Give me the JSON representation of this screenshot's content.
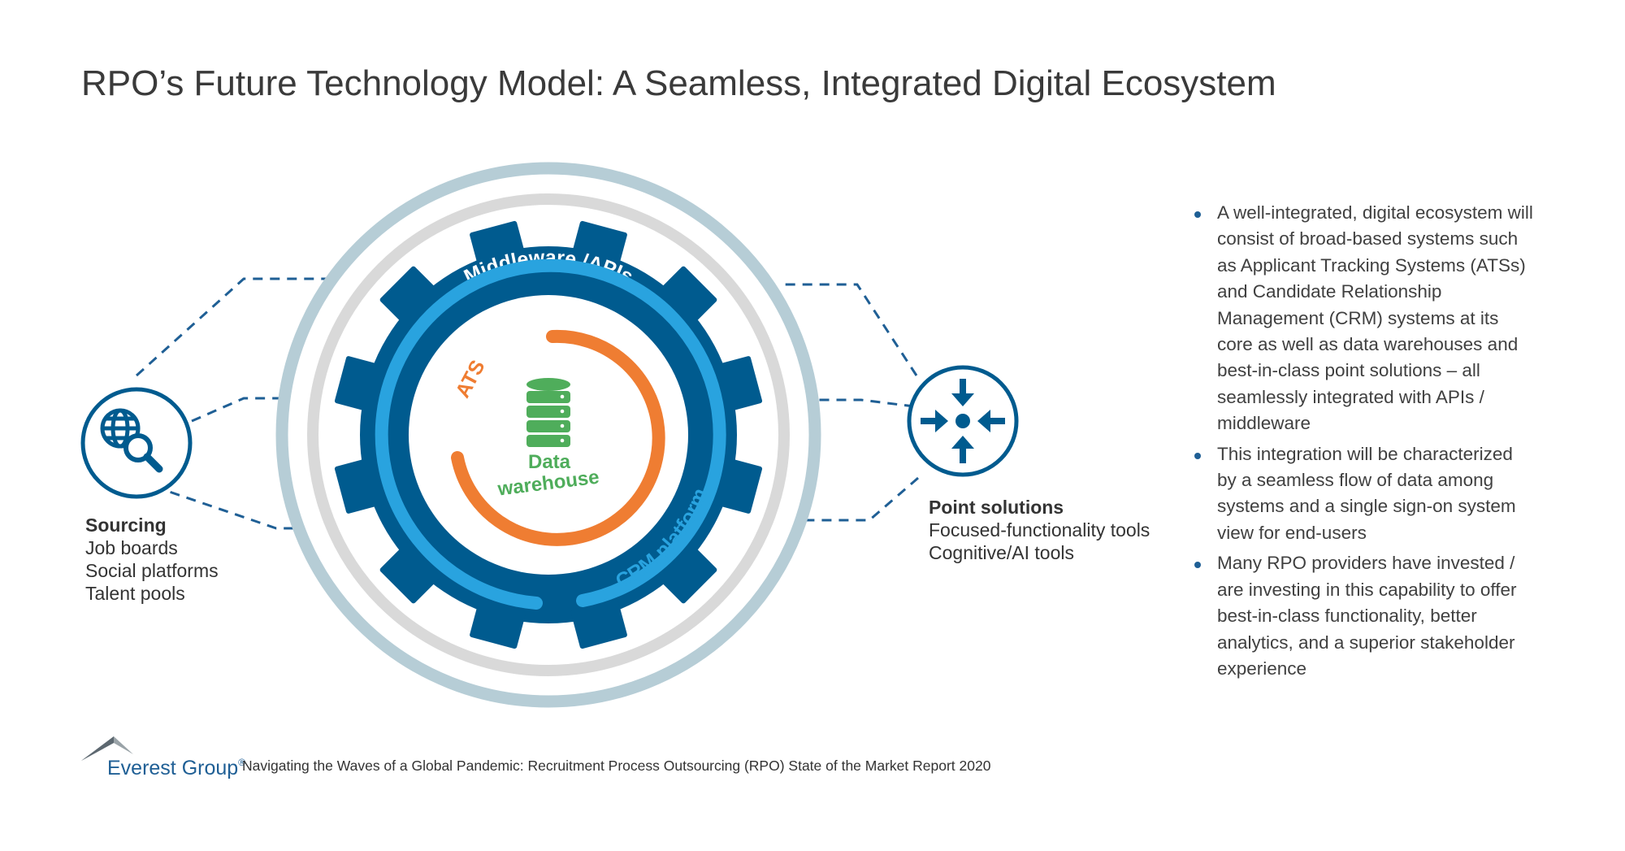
{
  "title": "RPO’s Future Technology Model: A Seamless, Integrated Digital Ecosystem",
  "diagram": {
    "ring_label": "Middleware /APIs",
    "ats_label": "ATS",
    "crm_label": "CRM platform",
    "center_line1": "Data",
    "center_line2": "warehouse",
    "colors": {
      "outer_ring": "#b6cdd6",
      "gray_ring": "#d9d9d9",
      "gear": "#005b8f",
      "ats_arc": "#ef7d32",
      "crm_arc": "#29a3df",
      "data": "#4fad5b",
      "dash": "#1f5f95"
    }
  },
  "sourcing": {
    "heading": "Sourcing",
    "items": [
      "Job boards",
      "Social platforms",
      "Talent pools"
    ]
  },
  "point_solutions": {
    "heading": "Point solutions",
    "items": [
      "Focused-functionality tools",
      "Cognitive/AI tools"
    ]
  },
  "bullets": [
    "A well-integrated, digital ecosystem will consist of broad-based systems such as Applicant Tracking Systems (ATSs) and Candidate Relationship Management (CRM) systems at its core as well as data warehouses and best-in-class point solutions – all seamlessly integrated with APIs / middleware",
    "This integration will be characterized by a seamless flow of data among systems and a single sign-on system view for end-users",
    "Many RPO providers have invested / are investing in this capability to offer best-in-class functionality, better analytics, and a superior stakeholder experience"
  ],
  "footer": {
    "logo": "Everest Group",
    "registered": "®",
    "report": "Navigating the Waves of a Global Pandemic: Recruitment Process Outsourcing (RPO) State of the Market Report 2020"
  }
}
